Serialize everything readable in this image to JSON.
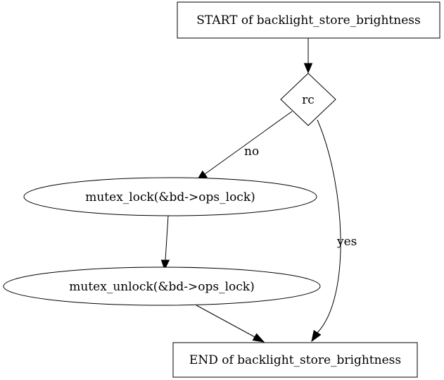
{
  "nodes": {
    "start": {
      "label": "START of backlight_store_brightness",
      "shape": "box",
      "fill": "#ffffff"
    },
    "rc": {
      "label": "rc",
      "shape": "diamond",
      "fill": "#ffffff"
    },
    "lock": {
      "label": "mutex_lock(&bd->ops_lock)",
      "shape": "ellipse",
      "fill": "#add8e6"
    },
    "unlock": {
      "label": "mutex_unlock(&bd->ops_lock)",
      "shape": "ellipse",
      "fill": "#ffff00"
    },
    "end": {
      "label": "END of backlight_store_brightness",
      "shape": "box",
      "fill": "#ffffff"
    }
  },
  "edges": {
    "start_to_rc": {
      "from": "start",
      "to": "rc",
      "label": ""
    },
    "rc_to_lock": {
      "from": "rc",
      "to": "lock",
      "label": "no"
    },
    "rc_to_end": {
      "from": "rc",
      "to": "end",
      "label": "yes"
    },
    "lock_to_unlock": {
      "from": "lock",
      "to": "unlock",
      "label": ""
    },
    "unlock_to_end": {
      "from": "unlock",
      "to": "end",
      "label": ""
    }
  }
}
